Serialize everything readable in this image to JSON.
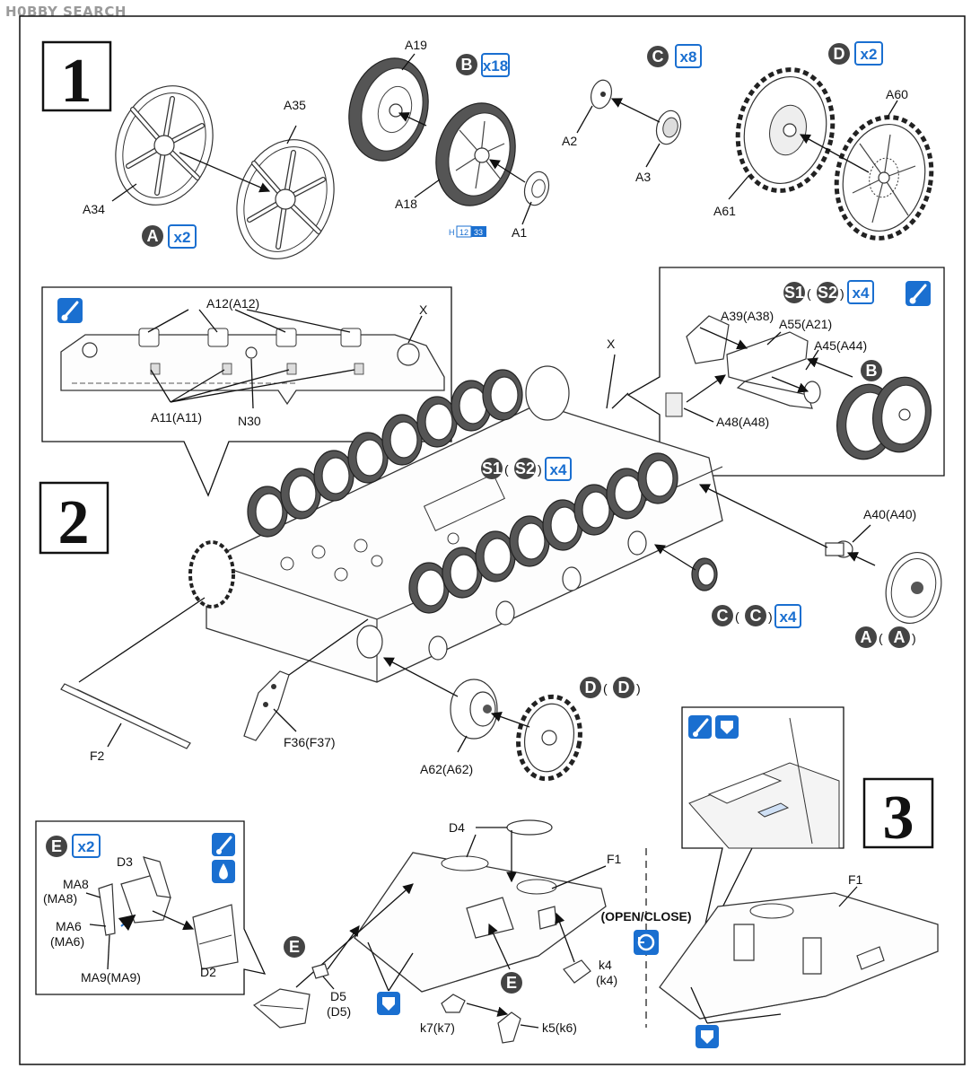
{
  "watermark": "H0BBY SEARCH",
  "steps": {
    "s1": "1",
    "s2": "2",
    "s3": "3"
  },
  "badges": {
    "A": "A",
    "B": "B",
    "C": "C",
    "D": "D",
    "E": "E",
    "S1": "S1",
    "S2": "S2",
    "x2": "x2",
    "x18": "x18",
    "x8": "x8",
    "x4": "x4",
    "paren_open": "(",
    "paren_close": ")"
  },
  "color_codes": {
    "H": "H",
    "c12": "12",
    "c33": "33"
  },
  "labels": {
    "A19": "A19",
    "A35": "A35",
    "A34": "A34",
    "A18": "A18",
    "A1": "A1",
    "A2": "A2",
    "A3": "A3",
    "A60": "A60",
    "A61": "A61",
    "A12": "A12(A12)",
    "X": "X",
    "A11": "A11(A11)",
    "N30": "N30",
    "A39": "A39(A38)",
    "A55": "A55(A21)",
    "A45": "A45(A44)",
    "A48": "A48(A48)",
    "A40": "A40(A40)",
    "F2": "F2",
    "F36": "F36(F37)",
    "A62": "A62(A62)",
    "MA8": "MA8",
    "MA8p": "(MA8)",
    "D3": "D3",
    "MA6": "MA6",
    "MA6p": "(MA6)",
    "MA9": "MA9(MA9)",
    "D2": "D2",
    "D4": "D4",
    "F1": "F1",
    "D5": "D5",
    "D5p": "(D5)",
    "k4": "k4",
    "k4p": "(k4)",
    "k7": "k7(k7)",
    "k5": "k5(k6)",
    "open_close": "(OPEN/CLOSE)"
  },
  "colors": {
    "accent_blue": "#1a6fd0",
    "badge_dark": "#444444",
    "ink": "#111111"
  },
  "icons": [
    "paint-brush-icon",
    "glue-icon",
    "cement-icon",
    "open-close-icon",
    "badge-icon"
  ]
}
